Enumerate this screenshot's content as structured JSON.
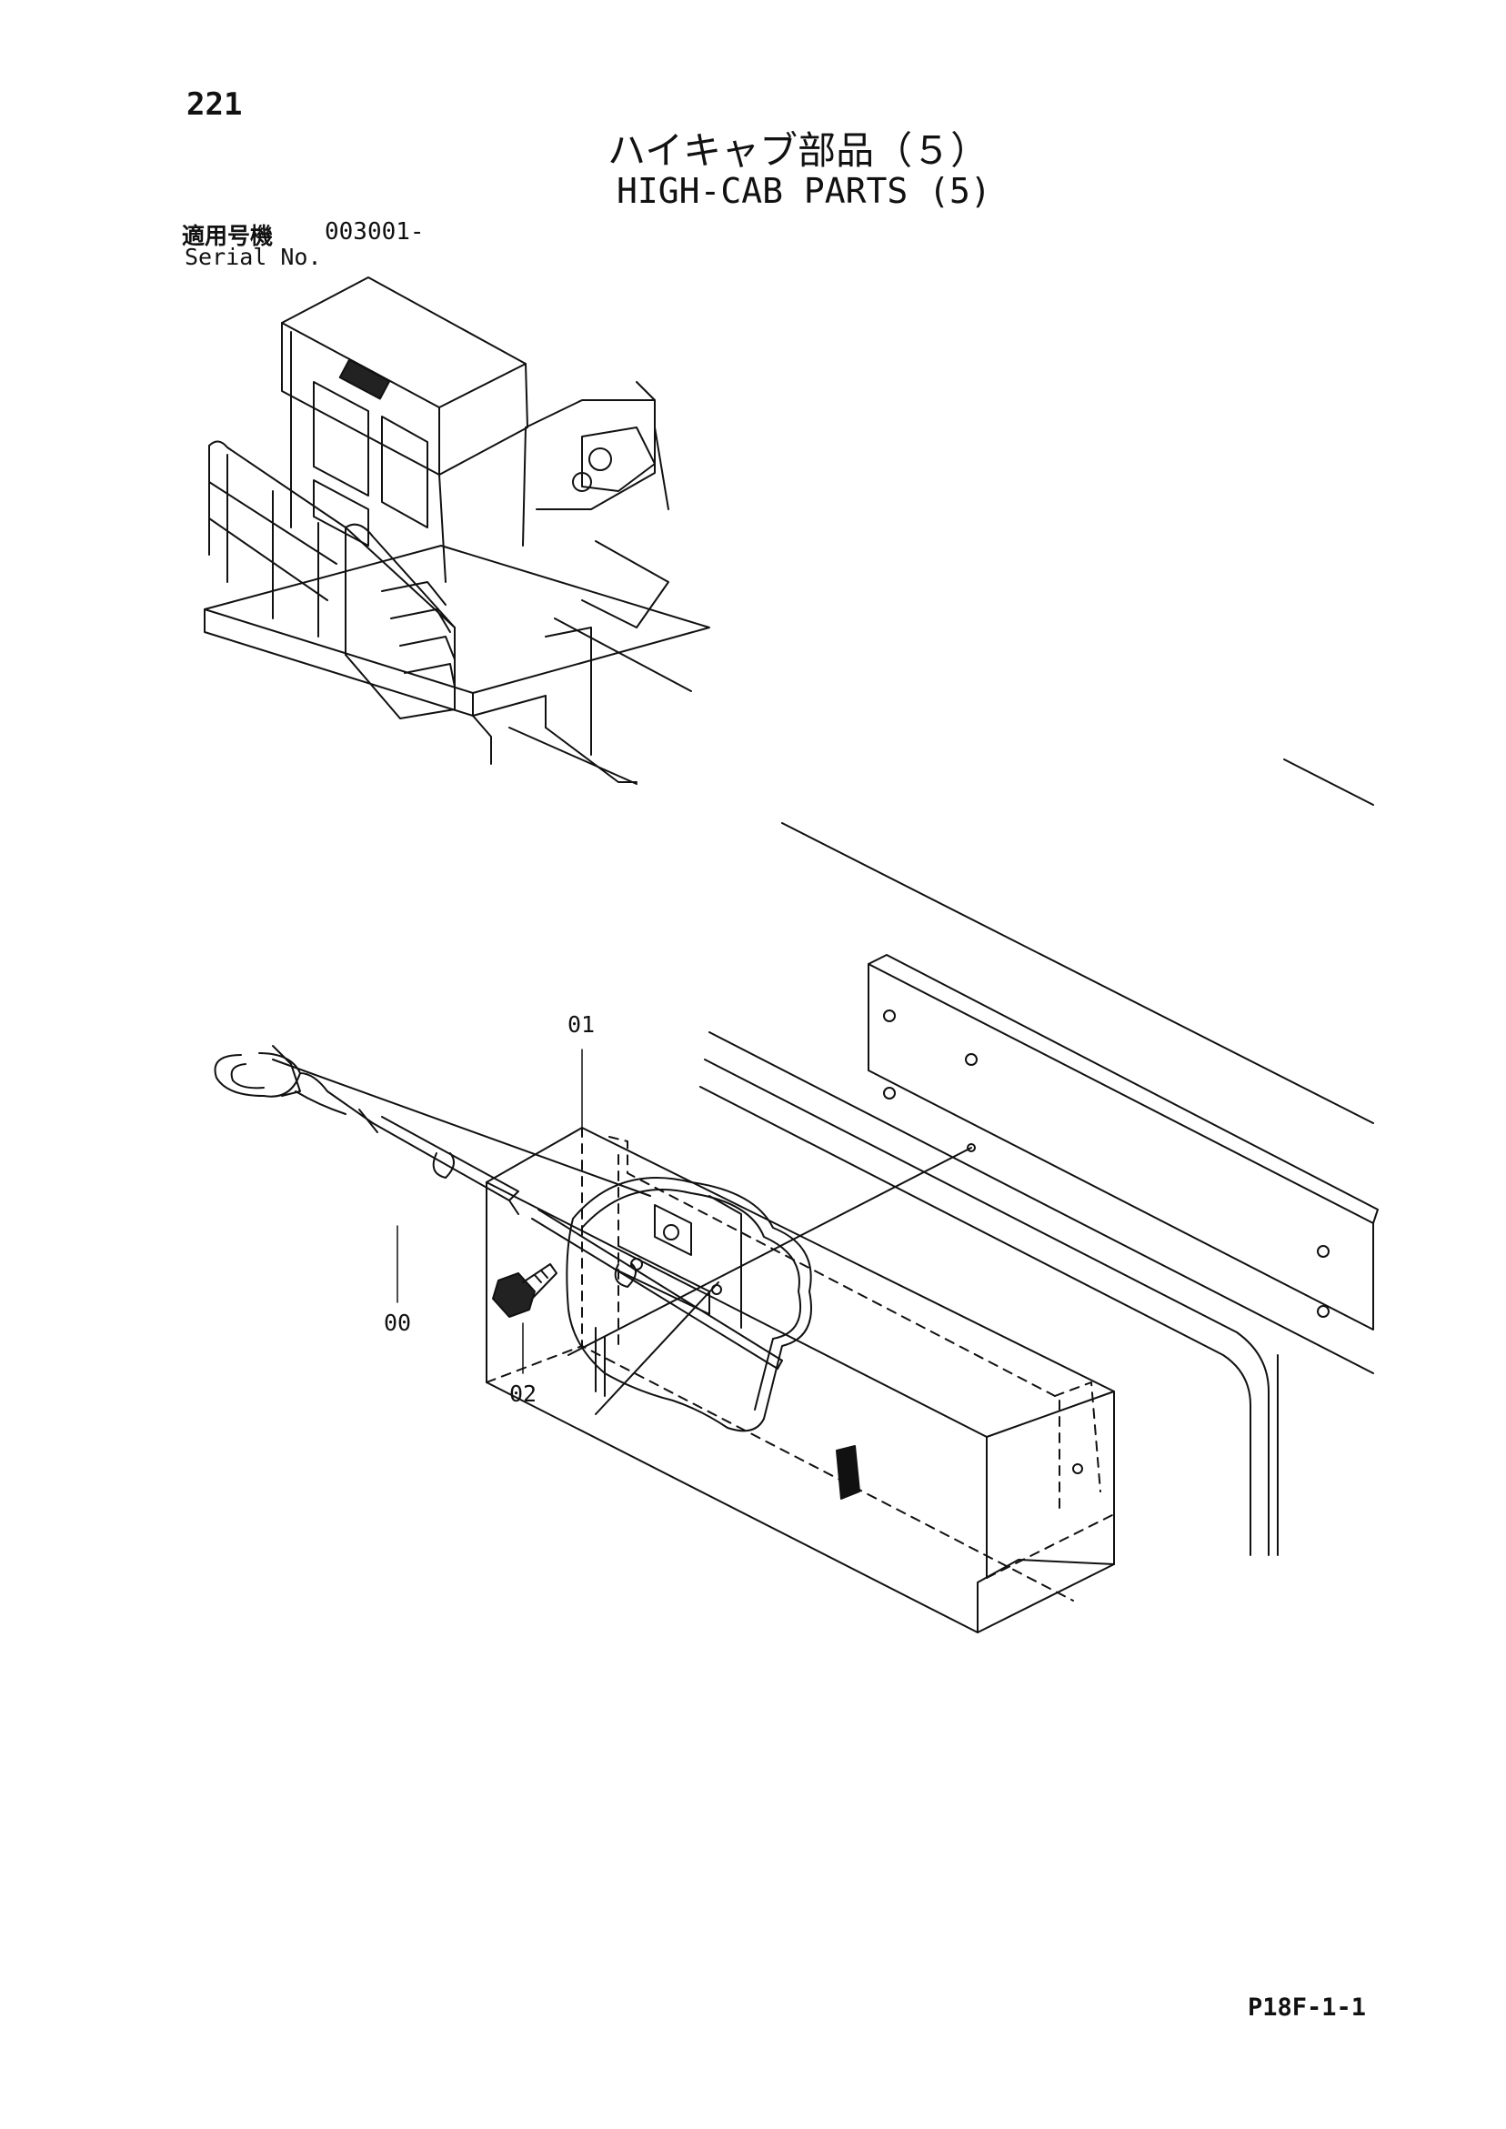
{
  "header": {
    "page_number": "221",
    "title_jp": "ハイキャブ部品（５）",
    "title_en": "HIGH-CAB PARTS (5)",
    "serial_label_jp": "適用号機",
    "serial_value": "003001-",
    "serial_label_en": "Serial No."
  },
  "callouts": [
    "01",
    "02",
    "00"
  ],
  "footer": {
    "page_code": "P18F-1-1"
  }
}
